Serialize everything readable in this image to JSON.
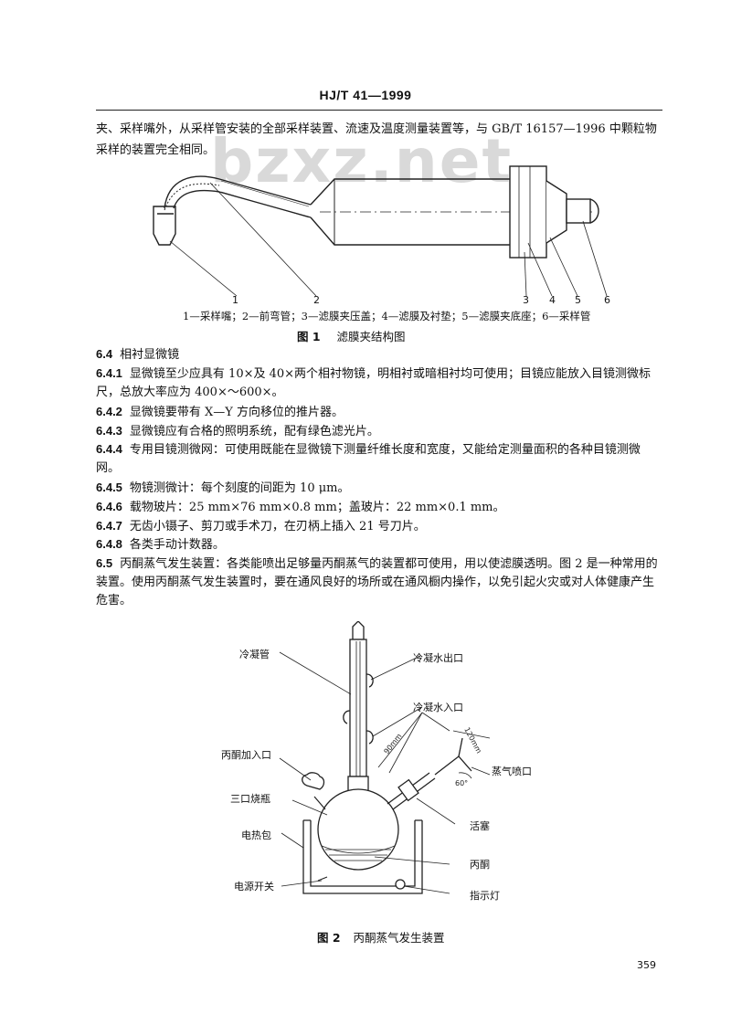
{
  "header": {
    "doc_code": "HJ/T 41—1999"
  },
  "watermark": "bzxz.net",
  "intro_text": "夹、采样嘴外，从采样管安装的全部采样装置、流速及温度测量装置等，与 GB/T 16157—1996 中颗粒物采样的装置完全相同。",
  "figure1": {
    "numbers": [
      "1",
      "2",
      "3",
      "4",
      "5",
      "6"
    ],
    "legend": "1—采样嘴；2—前弯管；3—滤膜夹压盖；4—滤膜及衬垫；5—滤膜夹底座；6—采样管",
    "caption_num": "图 1",
    "caption_title": "滤膜夹结构图"
  },
  "sections": [
    {
      "num": "6.4",
      "text": "相衬显微镜"
    },
    {
      "num": "6.4.1",
      "text": "显微镜至少应具有 10×及 40×两个相衬物镜，明相衬或暗相衬均可使用；目镜应能放入目镜测微标尺，总放大率应为 400×～600×。"
    },
    {
      "num": "6.4.2",
      "text": "显微镜要带有 X—Y 方向移位的推片器。"
    },
    {
      "num": "6.4.3",
      "text": "显微镜应有合格的照明系统，配有绿色滤光片。"
    },
    {
      "num": "6.4.4",
      "text": "专用目镜测微网：可使用既能在显微镜下测量纤维长度和宽度，又能给定测量面积的各种目镜测微网。"
    },
    {
      "num": "6.4.5",
      "text": "物镜测微计：每个刻度的间距为 10 μm。"
    },
    {
      "num": "6.4.6",
      "text": "载物玻片：25 mm×76 mm×0.8 mm；盖玻片：22 mm×0.1 mm。"
    },
    {
      "num": "6.4.7",
      "text": "无齿小镊子、剪刀或手术刀，在刃柄上插入 21 号刀片。"
    },
    {
      "num": "6.4.8",
      "text": "各类手动计数器。"
    },
    {
      "num": "6.5",
      "text": "丙酮蒸气发生装置：各类能喷出足够量丙酮蒸气的装置都可使用，用以使滤膜透明。图 2 是一种常用的装置。使用丙酮蒸气发生装置时，要在通风良好的场所或在通风橱内操作，以免引起火灾或对人体健康产生危害。"
    }
  ],
  "figure2": {
    "labels": {
      "condenser": "冷凝管",
      "water_out": "冷凝水出口",
      "water_in": "冷凝水入口",
      "acetone_inlet": "丙酮加入口",
      "flask": "三口烧瓶",
      "heater": "电热包",
      "switch": "电源开关",
      "vapor_outlet": "蒸气喷口",
      "stopcock": "活塞",
      "acetone": "丙酮",
      "lamp": "指示灯"
    },
    "dims": {
      "d90": "90mm",
      "d120": "120mm",
      "angle": "60°"
    },
    "caption_num": "图 2",
    "caption_title": "丙酮蒸气发生装置"
  },
  "page_number": "359"
}
